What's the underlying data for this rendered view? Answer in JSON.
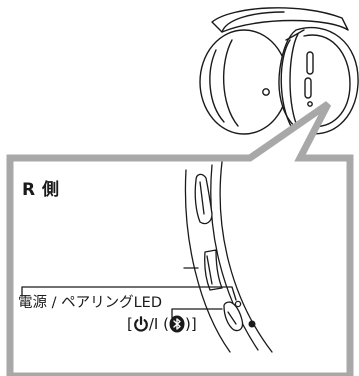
{
  "labels": {
    "side": "R 側",
    "callout": "電源 / ペアリングLED",
    "button_prefix": "[",
    "button_mid": "/I (",
    "button_suffix": ")]"
  },
  "icons": {
    "power": "power-icon",
    "bluetooth": "bluetooth-icon"
  },
  "colors": {
    "frame": "#a8a8a8",
    "line": "#1a1a1a",
    "background": "#ffffff"
  }
}
